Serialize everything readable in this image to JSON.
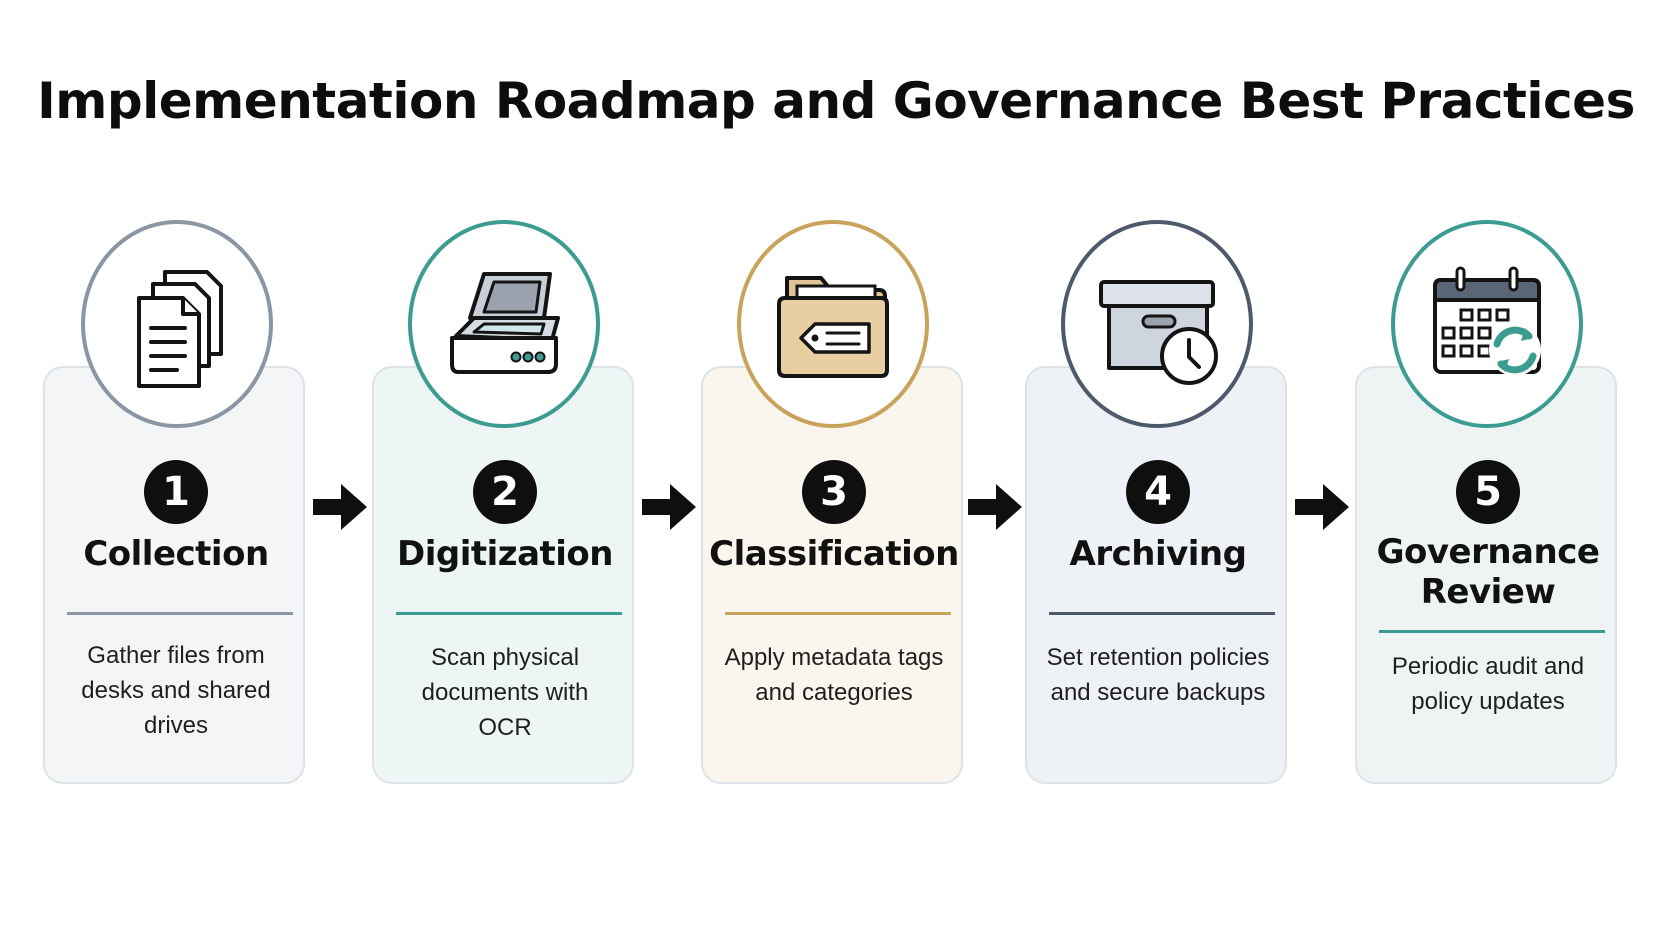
{
  "title": "Implementation Roadmap and Governance Best Practices",
  "colors": {
    "slate": "#8a96a4",
    "teal": "#3d9c92",
    "gold": "#c9a35c",
    "navy": "#4e5a6b",
    "badge": "#0f0f0f"
  },
  "steps": [
    {
      "number": "1",
      "title_lines": [
        "Collection"
      ],
      "description": [
        "Gather files from",
        "desks and shared",
        "drives"
      ],
      "icon": "documents-icon"
    },
    {
      "number": "2",
      "title_lines": [
        "Digitization"
      ],
      "description": [
        "Scan physical",
        "documents with OCR"
      ],
      "icon": "scanner-icon"
    },
    {
      "number": "3",
      "title_lines": [
        "Classification"
      ],
      "description": [
        "Apply metadata tags",
        "and categories"
      ],
      "icon": "folder-tag-icon"
    },
    {
      "number": "4",
      "title_lines": [
        "Archiving"
      ],
      "description": [
        "Set retention policies",
        "and secure backups"
      ],
      "icon": "archive-box-clock-icon"
    },
    {
      "number": "5",
      "title_lines": [
        "Governance",
        "Review"
      ],
      "description": [
        "Periodic audit and",
        "policy updates"
      ],
      "icon": "calendar-refresh-icon"
    }
  ]
}
